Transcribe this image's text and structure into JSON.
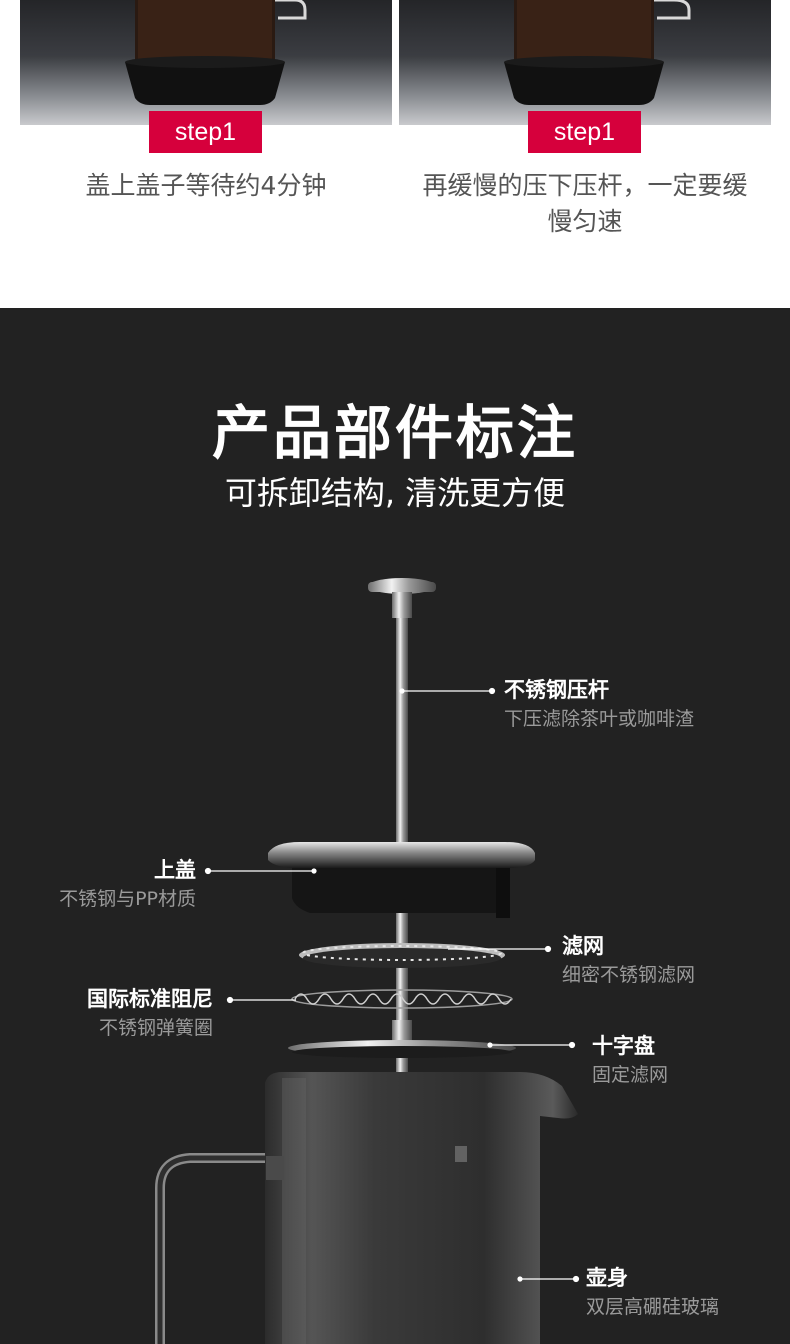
{
  "steps": [
    {
      "badge": "step1",
      "caption": "盖上盖子等待约4分钟"
    },
    {
      "badge": "step1",
      "caption": "再缓慢的压下压杆，一定要缓慢匀速"
    }
  ],
  "section": {
    "title": "产品部件标注",
    "subtitle": "可拆卸结构, 清洗更方便"
  },
  "parts": {
    "rod": {
      "name": "不锈钢压杆",
      "desc": "下压滤除茶叶或咖啡渣"
    },
    "lid": {
      "name": "上盖",
      "desc": "不锈钢与PP材质"
    },
    "filter": {
      "name": "滤网",
      "desc": "细密不锈钢滤网"
    },
    "spring": {
      "name": "国际标准阻尼",
      "desc": "不锈钢弹簧圈"
    },
    "cross_plate": {
      "name": "十字盘",
      "desc": "固定滤网"
    },
    "body": {
      "name": "壶身",
      "desc": "双层高硼硅玻璃"
    }
  },
  "colors": {
    "badge": "#d6003c",
    "dark_bg": "#222222",
    "desc_text": "#9a9a9a"
  }
}
